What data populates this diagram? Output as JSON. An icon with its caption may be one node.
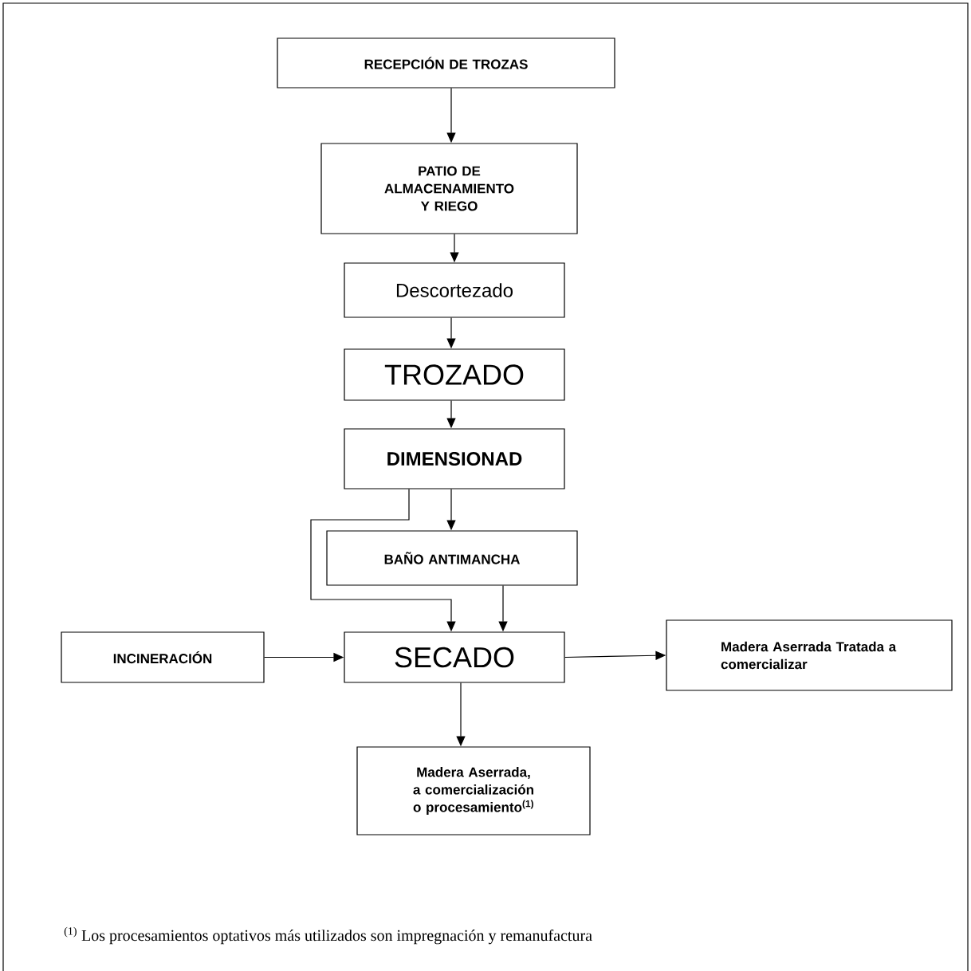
{
  "diagram": {
    "nodes": [
      {
        "text": [
          "RECEPCIÓN DE TROZAS"
        ]
      },
      {
        "text": [
          "PATIO DE ALMACENAMIENTO Y RIEGO"
        ]
      },
      {
        "text": [
          "Descortezado"
        ]
      },
      {
        "text": [
          "TROZADO"
        ]
      },
      {
        "text": [
          "DIMENSIONAD"
        ]
      },
      {
        "text": [
          "BAÑO ANTIMANCHA"
        ]
      },
      {
        "text": [
          "INCINERACIÓN"
        ]
      },
      {
        "text": [
          "SECADO"
        ]
      },
      {
        "text": [
          "Madera Aserrada Tratada a comercializar"
        ]
      },
      {
        "text": [
          "Madera Aserrada, a comercialización o procesamiento$^{(1)}$"
        ]
      }
    ],
    "edges": [
      {
        "from": 0,
        "to": 1,
        "arrow": "to"
      },
      {
        "from": 1,
        "to": 2,
        "arrow": "to"
      },
      {
        "from": 2,
        "to": 3,
        "arrow": "to"
      },
      {
        "from": 3,
        "to": 4,
        "arrow": "to"
      },
      {
        "from": 4,
        "to": 5,
        "arrow": "to"
      },
      {
        "from": 4,
        "to": 7,
        "arrow": "to"
      },
      {
        "from": 5,
        "to": 7,
        "arrow": "to"
      },
      {
        "from": 6,
        "to": 7,
        "arrow": "to"
      },
      {
        "from": 7,
        "to": 8,
        "arrow": "to"
      },
      {
        "from": 7,
        "to": 9,
        "arrow": "to"
      }
    ],
    "labels": [
      "$^{(1)}$ Los procesamientos optativos más utilizados son impregnación y remanufactura"
    ]
  }
}
